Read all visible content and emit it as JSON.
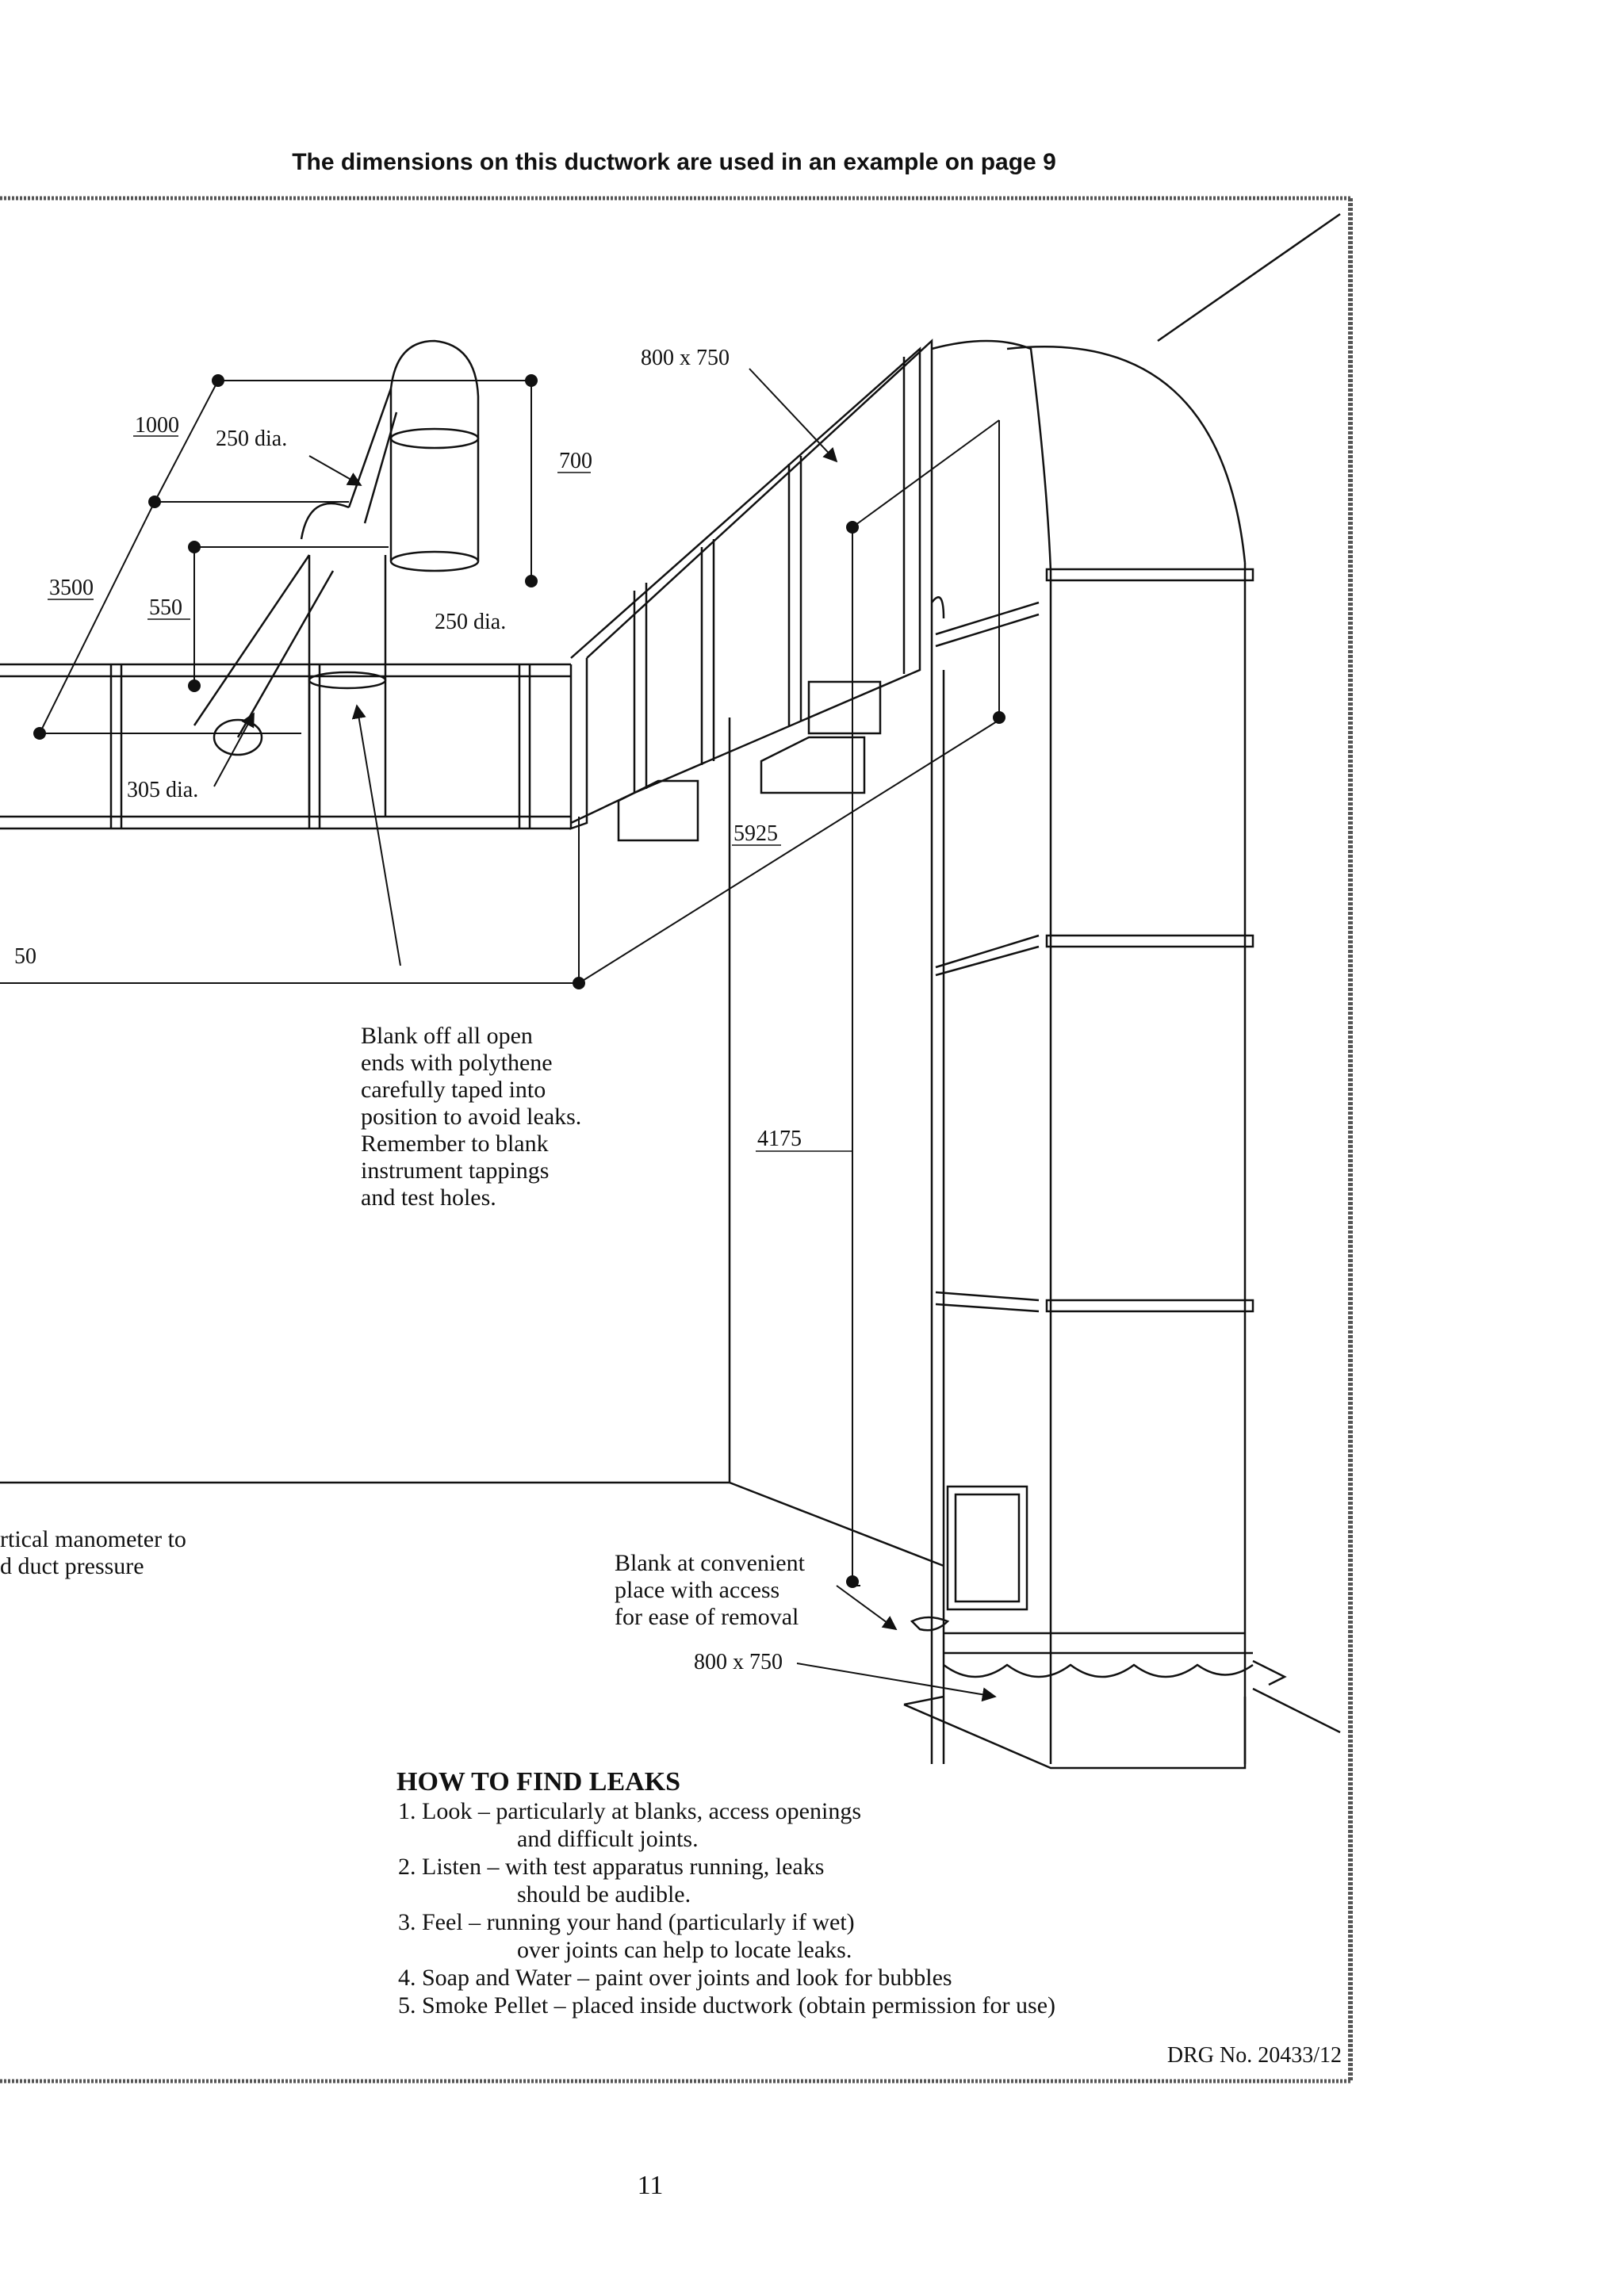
{
  "heading": "The dimensions on this ductwork are used in an example on page 9",
  "dimensions": {
    "d1000": "1000",
    "d250_top": "250 dia.",
    "d700": "700",
    "d800x750_top": "800 x 750",
    "d3500": "3500",
    "d550": "550",
    "d250_mid": "250 dia.",
    "d305": "305 dia.",
    "d5925": "5925",
    "d50": "50",
    "d4175": "4175",
    "d800x750_bottom": "800 x 750"
  },
  "notes": {
    "blank_off": [
      "Blank off all open",
      "ends with polythene",
      "carefully taped into",
      "position to avoid leaks.",
      "Remember to blank",
      "instrument tappings",
      "and test holes."
    ],
    "manometer": [
      "rtical manometer to",
      "d duct pressure"
    ],
    "blank_at": [
      "Blank at convenient",
      "place with access",
      "for ease of removal"
    ]
  },
  "leaks": {
    "title": "HOW TO FIND LEAKS",
    "items": [
      {
        "text": "1.  Look – particularly at blanks, access openings",
        "cont": "and difficult joints."
      },
      {
        "text": "2.  Listen – with test apparatus running, leaks",
        "cont": "should be audible."
      },
      {
        "text": "3.  Feel – running your hand (particularly if wet)",
        "cont": "over joints can help to locate leaks."
      },
      {
        "text": "4.  Soap and Water – paint over joints and look for bubbles",
        "cont": ""
      },
      {
        "text": "5.  Smoke Pellet – placed inside ductwork (obtain permission for use)",
        "cont": ""
      }
    ]
  },
  "drawing_number": "DRG No. 20433/12",
  "page_number": "11"
}
